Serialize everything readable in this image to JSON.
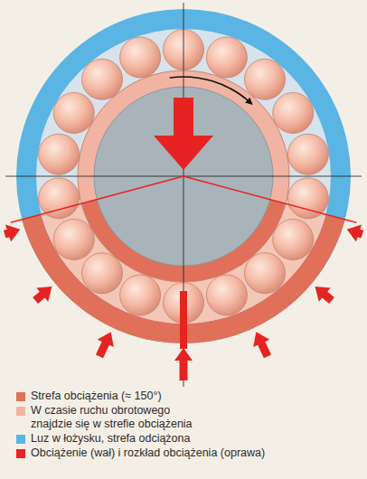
{
  "diagram": {
    "legend": [
      {
        "text": "Strefa obciążenia (≈ 150°)",
        "color": "#e0705a"
      },
      {
        "text": "W czasie ruchu obrotowego znajdzie się w strefie obciążenia",
        "color": "#f2b4a2"
      },
      {
        "text": "Luz w łożysku, strefa odciążona",
        "color": "#5ab4e4"
      },
      {
        "text": "Obciążenie (wał) i rozkład obciążenia (oprawa)",
        "color": "#e52421"
      }
    ]
  }
}
